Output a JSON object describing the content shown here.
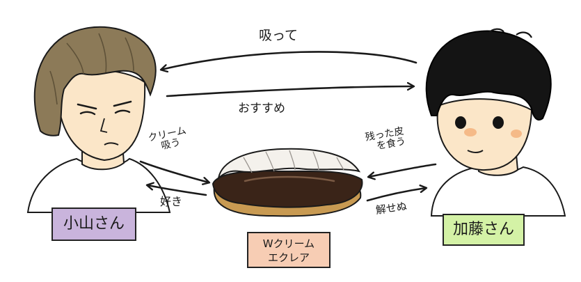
{
  "people": {
    "left": {
      "name": "小山さん"
    },
    "right": {
      "name": "加藤さん"
    }
  },
  "food": {
    "name_line1": "Wクリーム",
    "name_line2": "エクレア"
  },
  "arrows": {
    "top_suck": "吸って",
    "recommend": "おすすめ",
    "cream_line1": "クリーム",
    "cream_line2": "吸う",
    "like": "好き",
    "remain_line1": "残った皮",
    "remain_line2": "を食う",
    "solve": "解せぬ"
  },
  "colors": {
    "koyama_tag": "#c9b4dc",
    "kato_tag": "#d4f2a6",
    "eclair_tag": "#f7cdb4",
    "koyama_hair": "#8c7a58",
    "kato_hair": "#141414",
    "skin": "#fbe6c8",
    "cheek": "#f3b27d",
    "chocolate": "#3a2418",
    "pastry": "#c89a52",
    "cream": "#f4f1ec"
  }
}
